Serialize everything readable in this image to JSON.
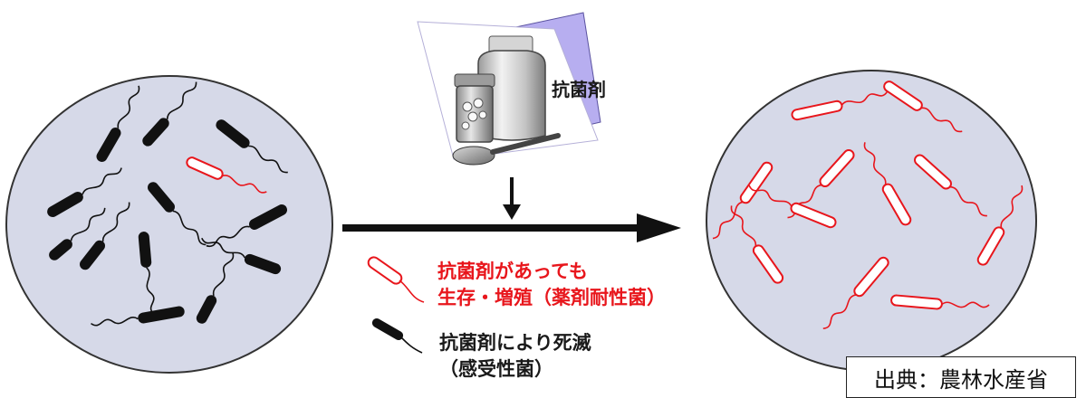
{
  "drug": {
    "label": "抗菌剤"
  },
  "legend": {
    "resistant_line1": "抗菌剤があっても",
    "resistant_line2": "生存・増殖（薬剤耐性菌）",
    "sensitive_line1": "抗菌剤により死滅",
    "sensitive_line2": "（感受性菌）"
  },
  "source": "出典：農林水産省",
  "colors": {
    "dish_fill": "#d6d9e8",
    "dish_border": "#333333",
    "sensitive_bacteria": "#111111",
    "resistant_bacteria": "#e8161c",
    "paper_back": "#b7aef0"
  }
}
